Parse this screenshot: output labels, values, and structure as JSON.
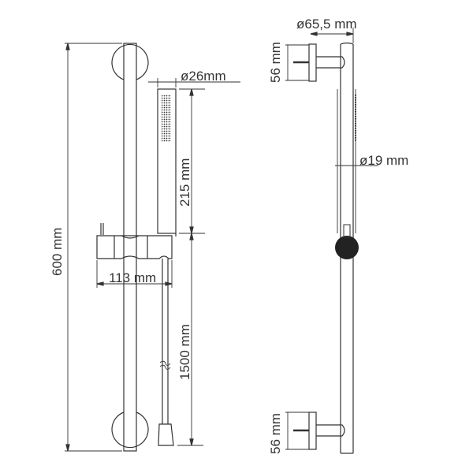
{
  "diagram": {
    "type": "technical-drawing",
    "subject": "shower rail set",
    "line_color": "#333333",
    "knob_color": "#222222",
    "views": {
      "front": {
        "dimensions": {
          "total_height": "600 mm",
          "handshower_diameter": "ø26mm",
          "handshower_length": "215 mm",
          "slider_width": "113 mm",
          "hose_length": "1500 mm"
        }
      },
      "side": {
        "dimensions": {
          "bracket_depth": "ø65,5 mm",
          "top_bracket_height": "56 mm",
          "rail_diameter": "ø19 mm",
          "bottom_bracket_height": "56 mm"
        }
      }
    }
  }
}
